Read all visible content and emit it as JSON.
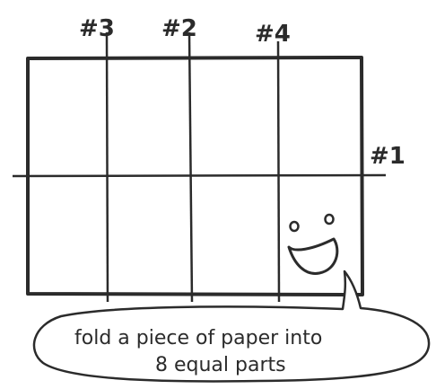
{
  "fold_labels": {
    "fold_1": "#1",
    "fold_2": "#2",
    "fold_3": "#3",
    "fold_4": "#4"
  },
  "speech_bubble": {
    "line_1": "fold a piece of paper into",
    "line_2": "8 equal parts"
  },
  "colors": {
    "ink": "#2b2b2b",
    "paper": "#ffffff"
  },
  "icons": {
    "character": "smiley-face-icon"
  }
}
